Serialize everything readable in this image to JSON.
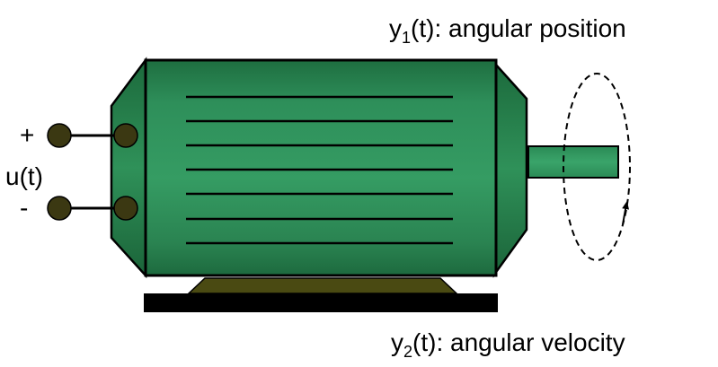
{
  "labels": {
    "plus": "+",
    "minus": "-",
    "input": "u(t)",
    "output1": {
      "symbol": "y",
      "subscript": "1",
      "argument": "(t)",
      "description": ": angular position"
    },
    "output2": {
      "symbol": "y",
      "subscript": "2",
      "argument": "(t)",
      "description": ": angular velocity"
    }
  },
  "colors": {
    "motor_body": "#2e8b57",
    "motor_dark": "#1f6a40",
    "outline": "#000000",
    "terminal": "#3d3a10",
    "foot": "#4a4a10",
    "base": "#000000",
    "rotation_arrow": "#000000"
  }
}
